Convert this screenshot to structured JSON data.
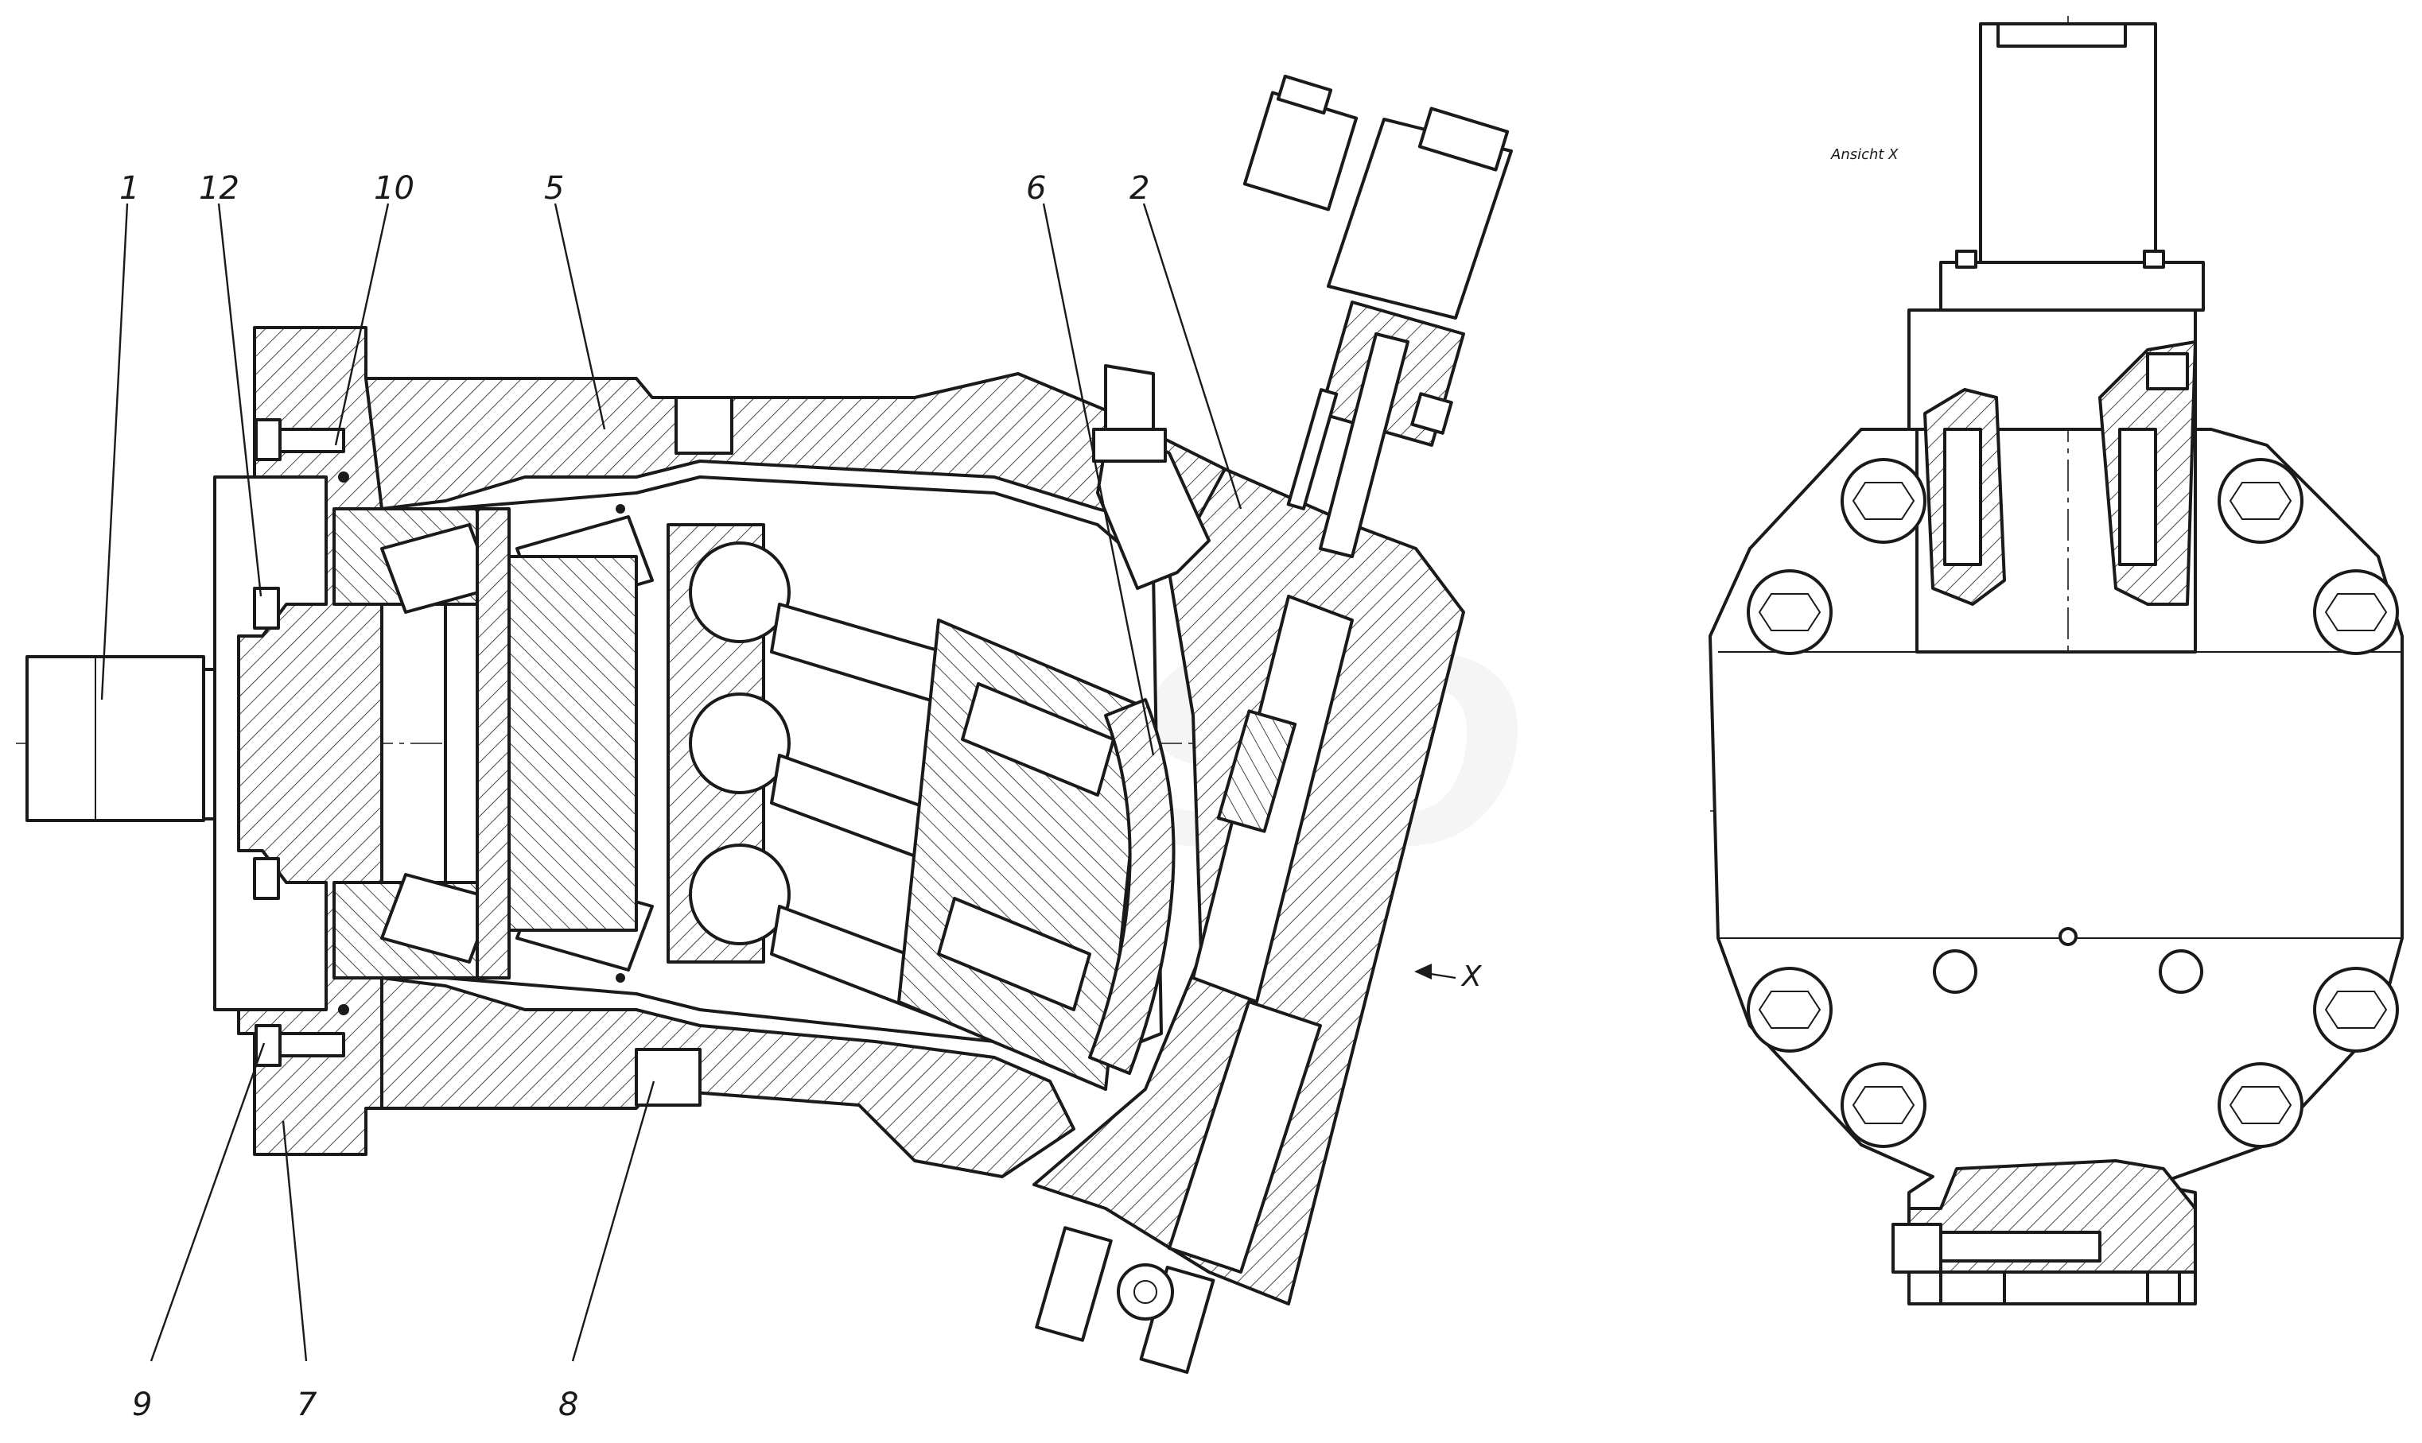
{
  "labels": {
    "l1": "1",
    "l12": "12",
    "l10": "10",
    "l5": "5",
    "l6": "6",
    "l2": "2",
    "l9": "9",
    "l7": "7",
    "l8": "8"
  },
  "view_title": "Ansicht X",
  "view_arrow_label": "X"
}
